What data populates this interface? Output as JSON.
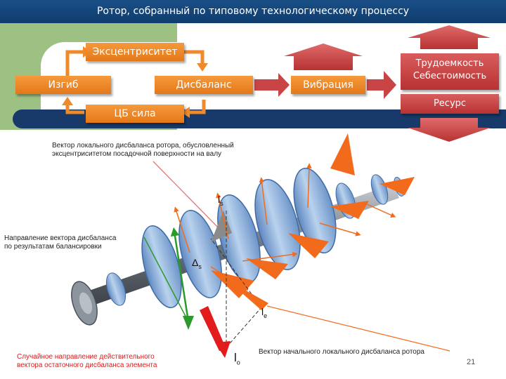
{
  "title": "Ротор, собранный по типовому технологическому процессу",
  "boxes": {
    "eccentricity": "Эксцентриситет",
    "bending": "Изгиб",
    "imbalance": "Дисбаланс",
    "vibration": "Вибрация",
    "labor_cost_line1": "Трудоемкость",
    "labor_cost_line2": "Себестоимость",
    "resource": "Ресурс",
    "cb_force": "ЦБ сила"
  },
  "annotations": {
    "local_vector_line1": "Вектор локального дисбаланса ротора, обусловленный",
    "local_vector_line2": "эксцентриситетом посадочной поверхности на валу",
    "balancing_line1": "Направление вектора дисбаланса",
    "balancing_line2": "по результатам балансировки",
    "random_line1": "Случайное направление действительного",
    "random_line2": "вектора остаточного дисбаланса элемента",
    "initial_vector": "Вектор начального локального дисбаланса ротора"
  },
  "symbols": {
    "ls_main": "l",
    "ls_sub": "s",
    "delta_main": "Δ",
    "delta_sub": "s",
    "le_main": "l",
    "le_sub": "e",
    "lo_main": "l",
    "lo_sub": "o"
  },
  "slide_number": "21",
  "colors": {
    "title_bg": "#12457a",
    "green_panel": "#9dc183",
    "blue_band": "#173a6a",
    "orange": "#ee8a2a",
    "red": "#c94545",
    "green_arrow": "#2a9a2a",
    "red_arrow": "#e21c1c",
    "orange_arrow": "#f26a1b",
    "rotor_blue": "#8fb3dc"
  }
}
